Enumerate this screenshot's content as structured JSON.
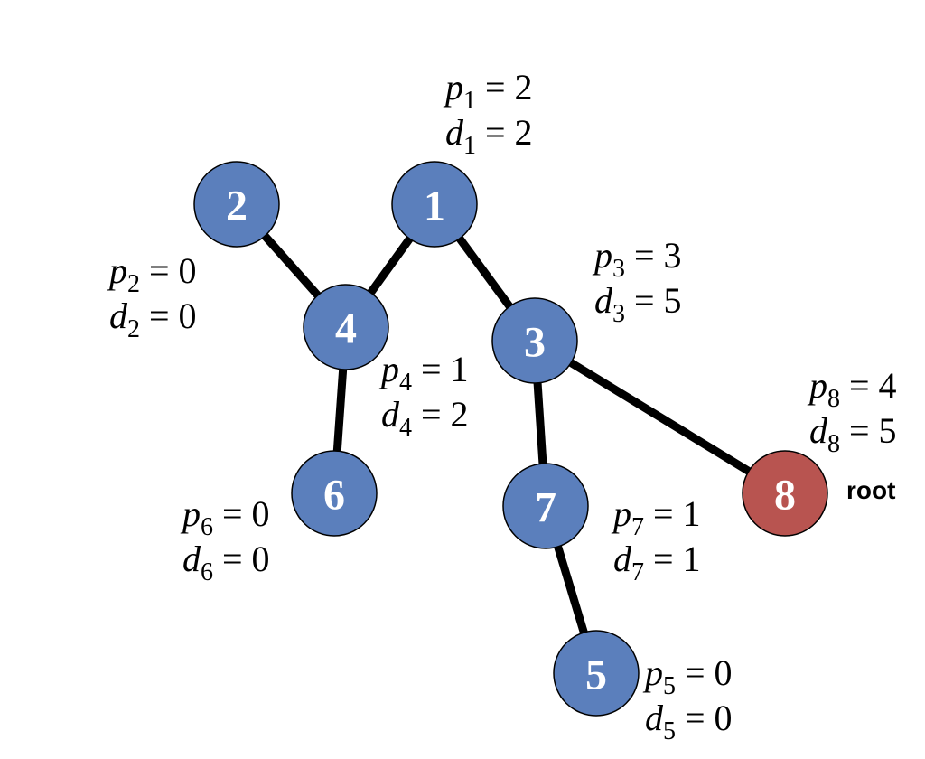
{
  "colors": {
    "node_fill": "#5b7fbc",
    "root_fill": "#b85450",
    "edge": "#000000"
  },
  "nodes": [
    {
      "id": "1",
      "label": "1",
      "p": "2",
      "d": "2"
    },
    {
      "id": "2",
      "label": "2",
      "p": "0",
      "d": "0"
    },
    {
      "id": "3",
      "label": "3",
      "p": "3",
      "d": "5"
    },
    {
      "id": "4",
      "label": "4",
      "p": "1",
      "d": "2"
    },
    {
      "id": "5",
      "label": "5",
      "p": "0",
      "d": "0"
    },
    {
      "id": "6",
      "label": "6",
      "p": "0",
      "d": "0"
    },
    {
      "id": "7",
      "label": "7",
      "p": "1",
      "d": "1"
    },
    {
      "id": "8",
      "label": "8",
      "p": "4",
      "d": "5",
      "is_root": true
    }
  ],
  "edges": [
    [
      "2",
      "4"
    ],
    [
      "4",
      "1"
    ],
    [
      "1",
      "3"
    ],
    [
      "4",
      "6"
    ],
    [
      "3",
      "7"
    ],
    [
      "3",
      "8"
    ],
    [
      "7",
      "5"
    ]
  ],
  "root_label": "root",
  "symbols": {
    "p": "p",
    "d": "d",
    "eq": " = "
  }
}
